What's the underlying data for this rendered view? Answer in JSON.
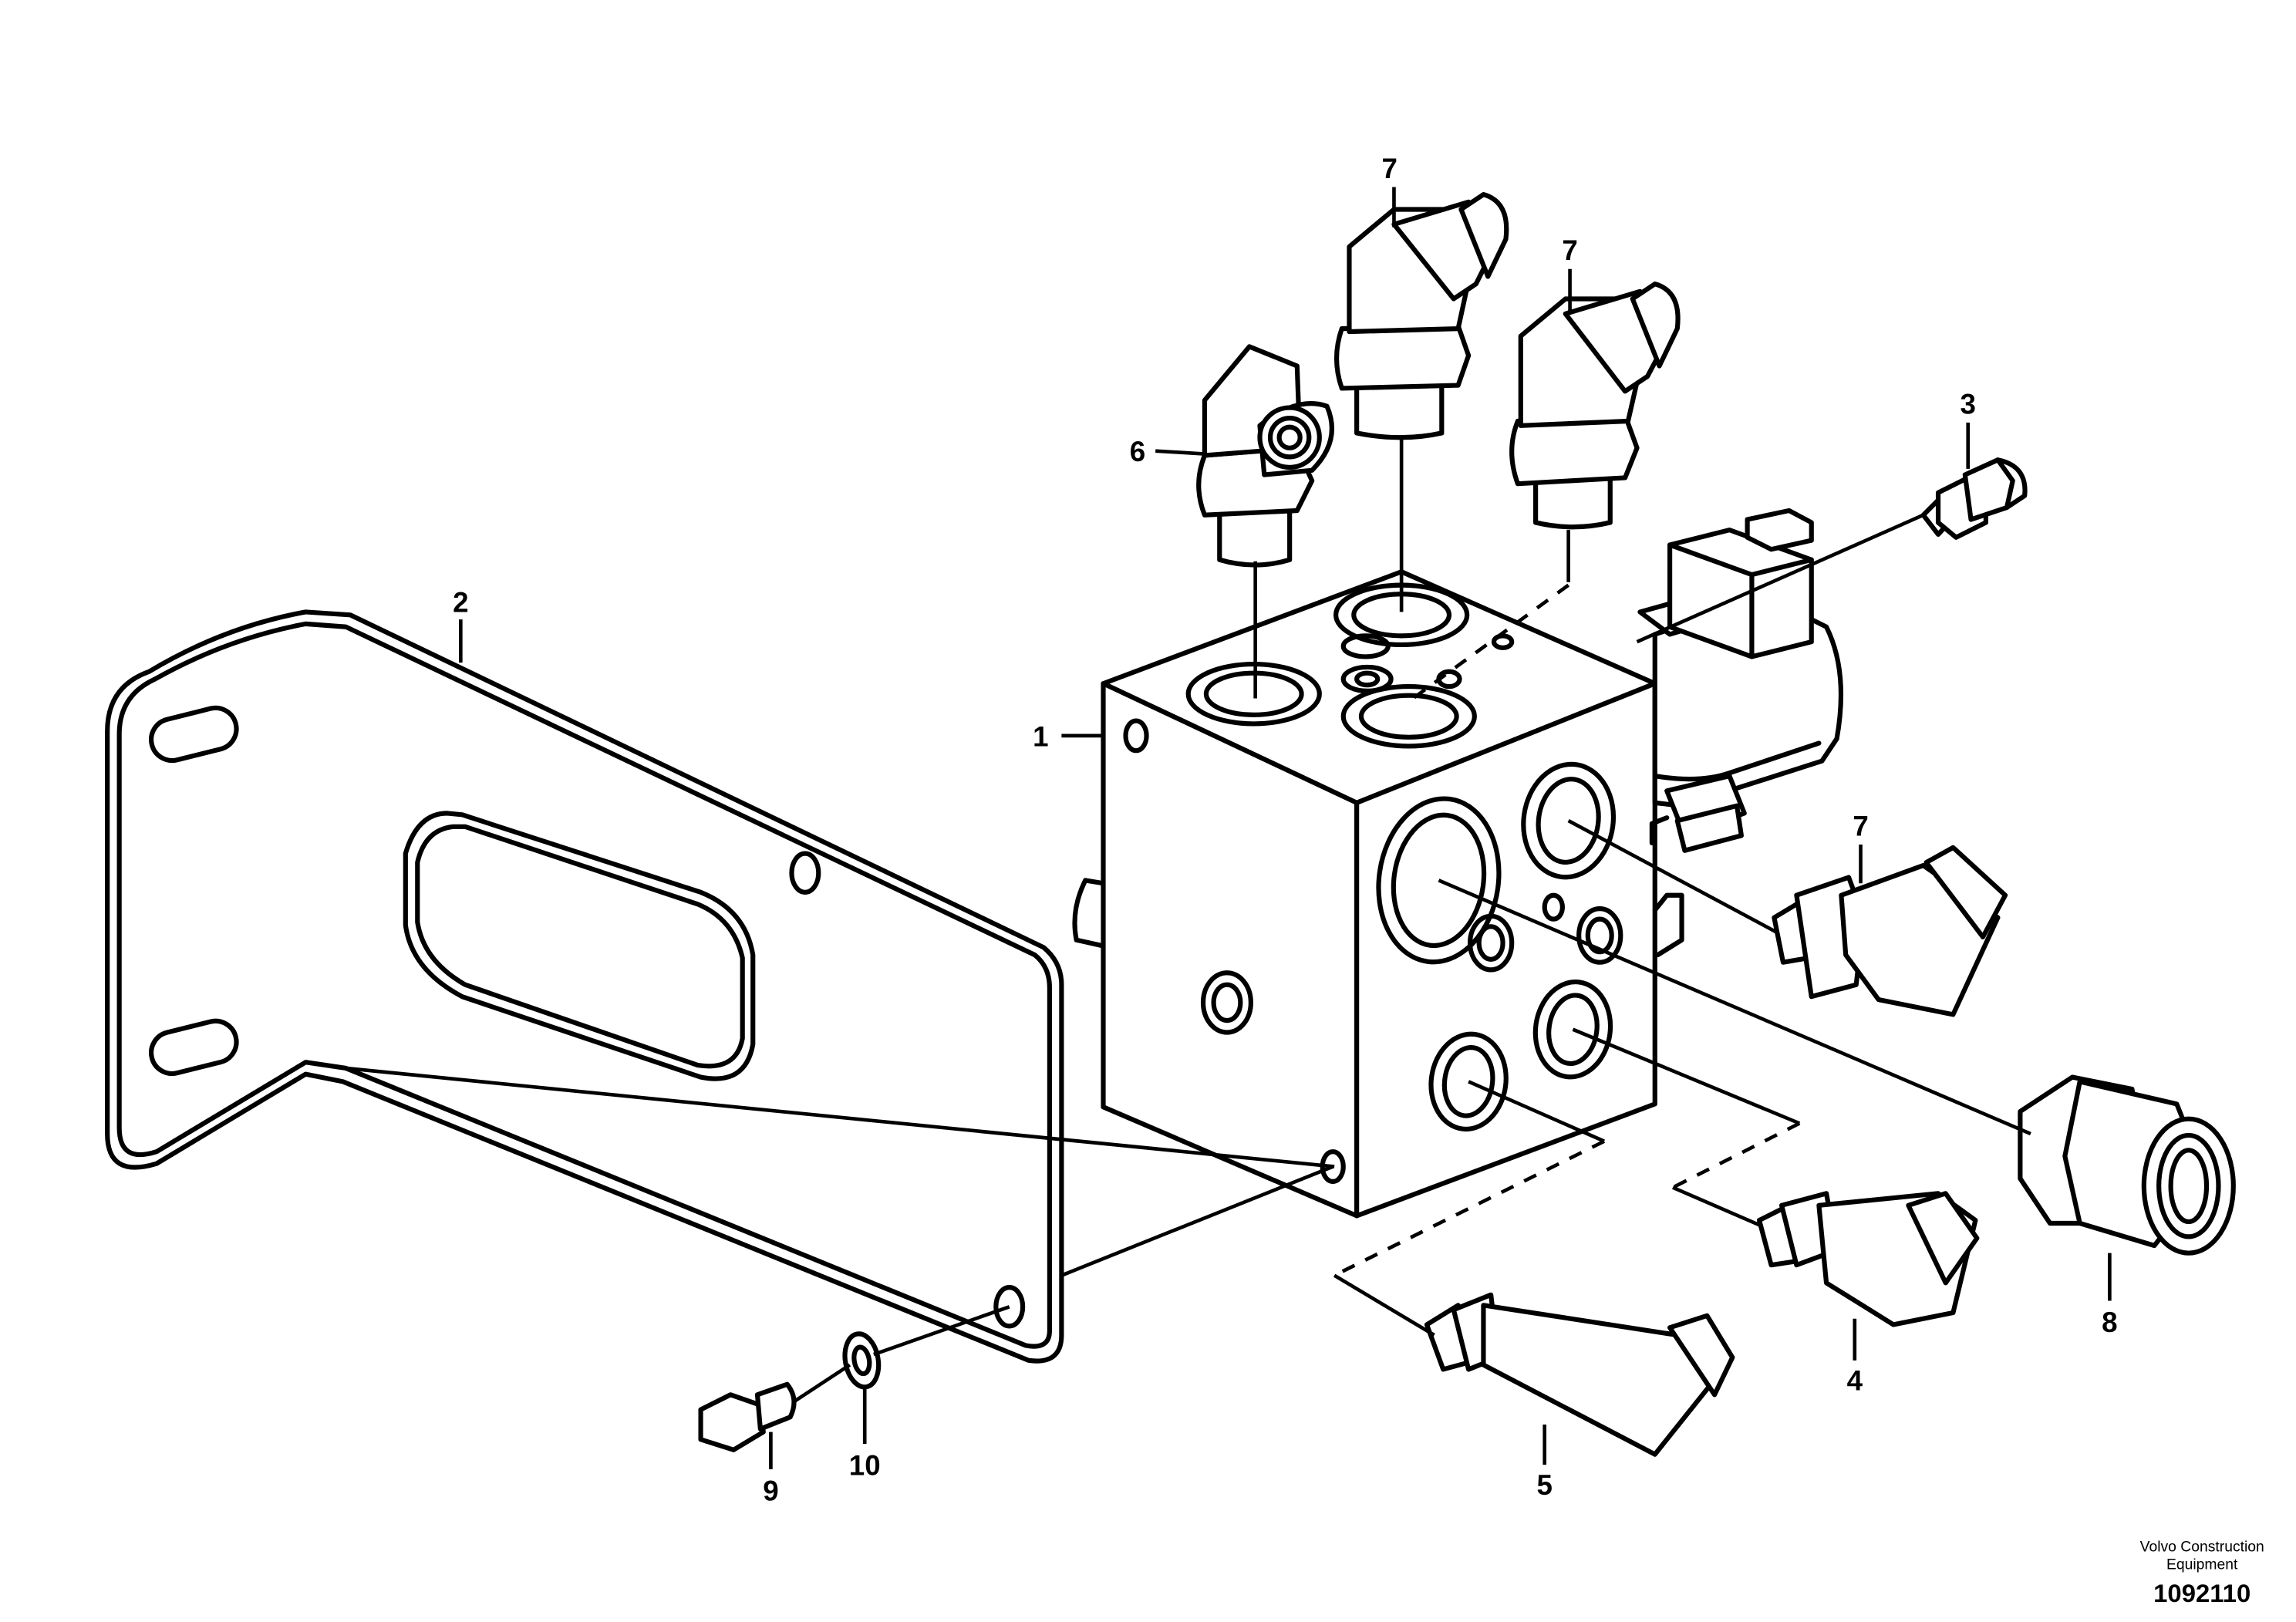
{
  "callouts": {
    "c1": "1",
    "c2": "2",
    "c3": "3",
    "c4": "4",
    "c5": "5",
    "c6": "6",
    "c7a": "7",
    "c7b": "7",
    "c7c": "7",
    "c8": "8",
    "c9": "9",
    "c10": "10"
  },
  "footer": {
    "brand_line1": "Volvo Construction",
    "brand_line2": "Equipment",
    "drawing_number": "1092110"
  }
}
